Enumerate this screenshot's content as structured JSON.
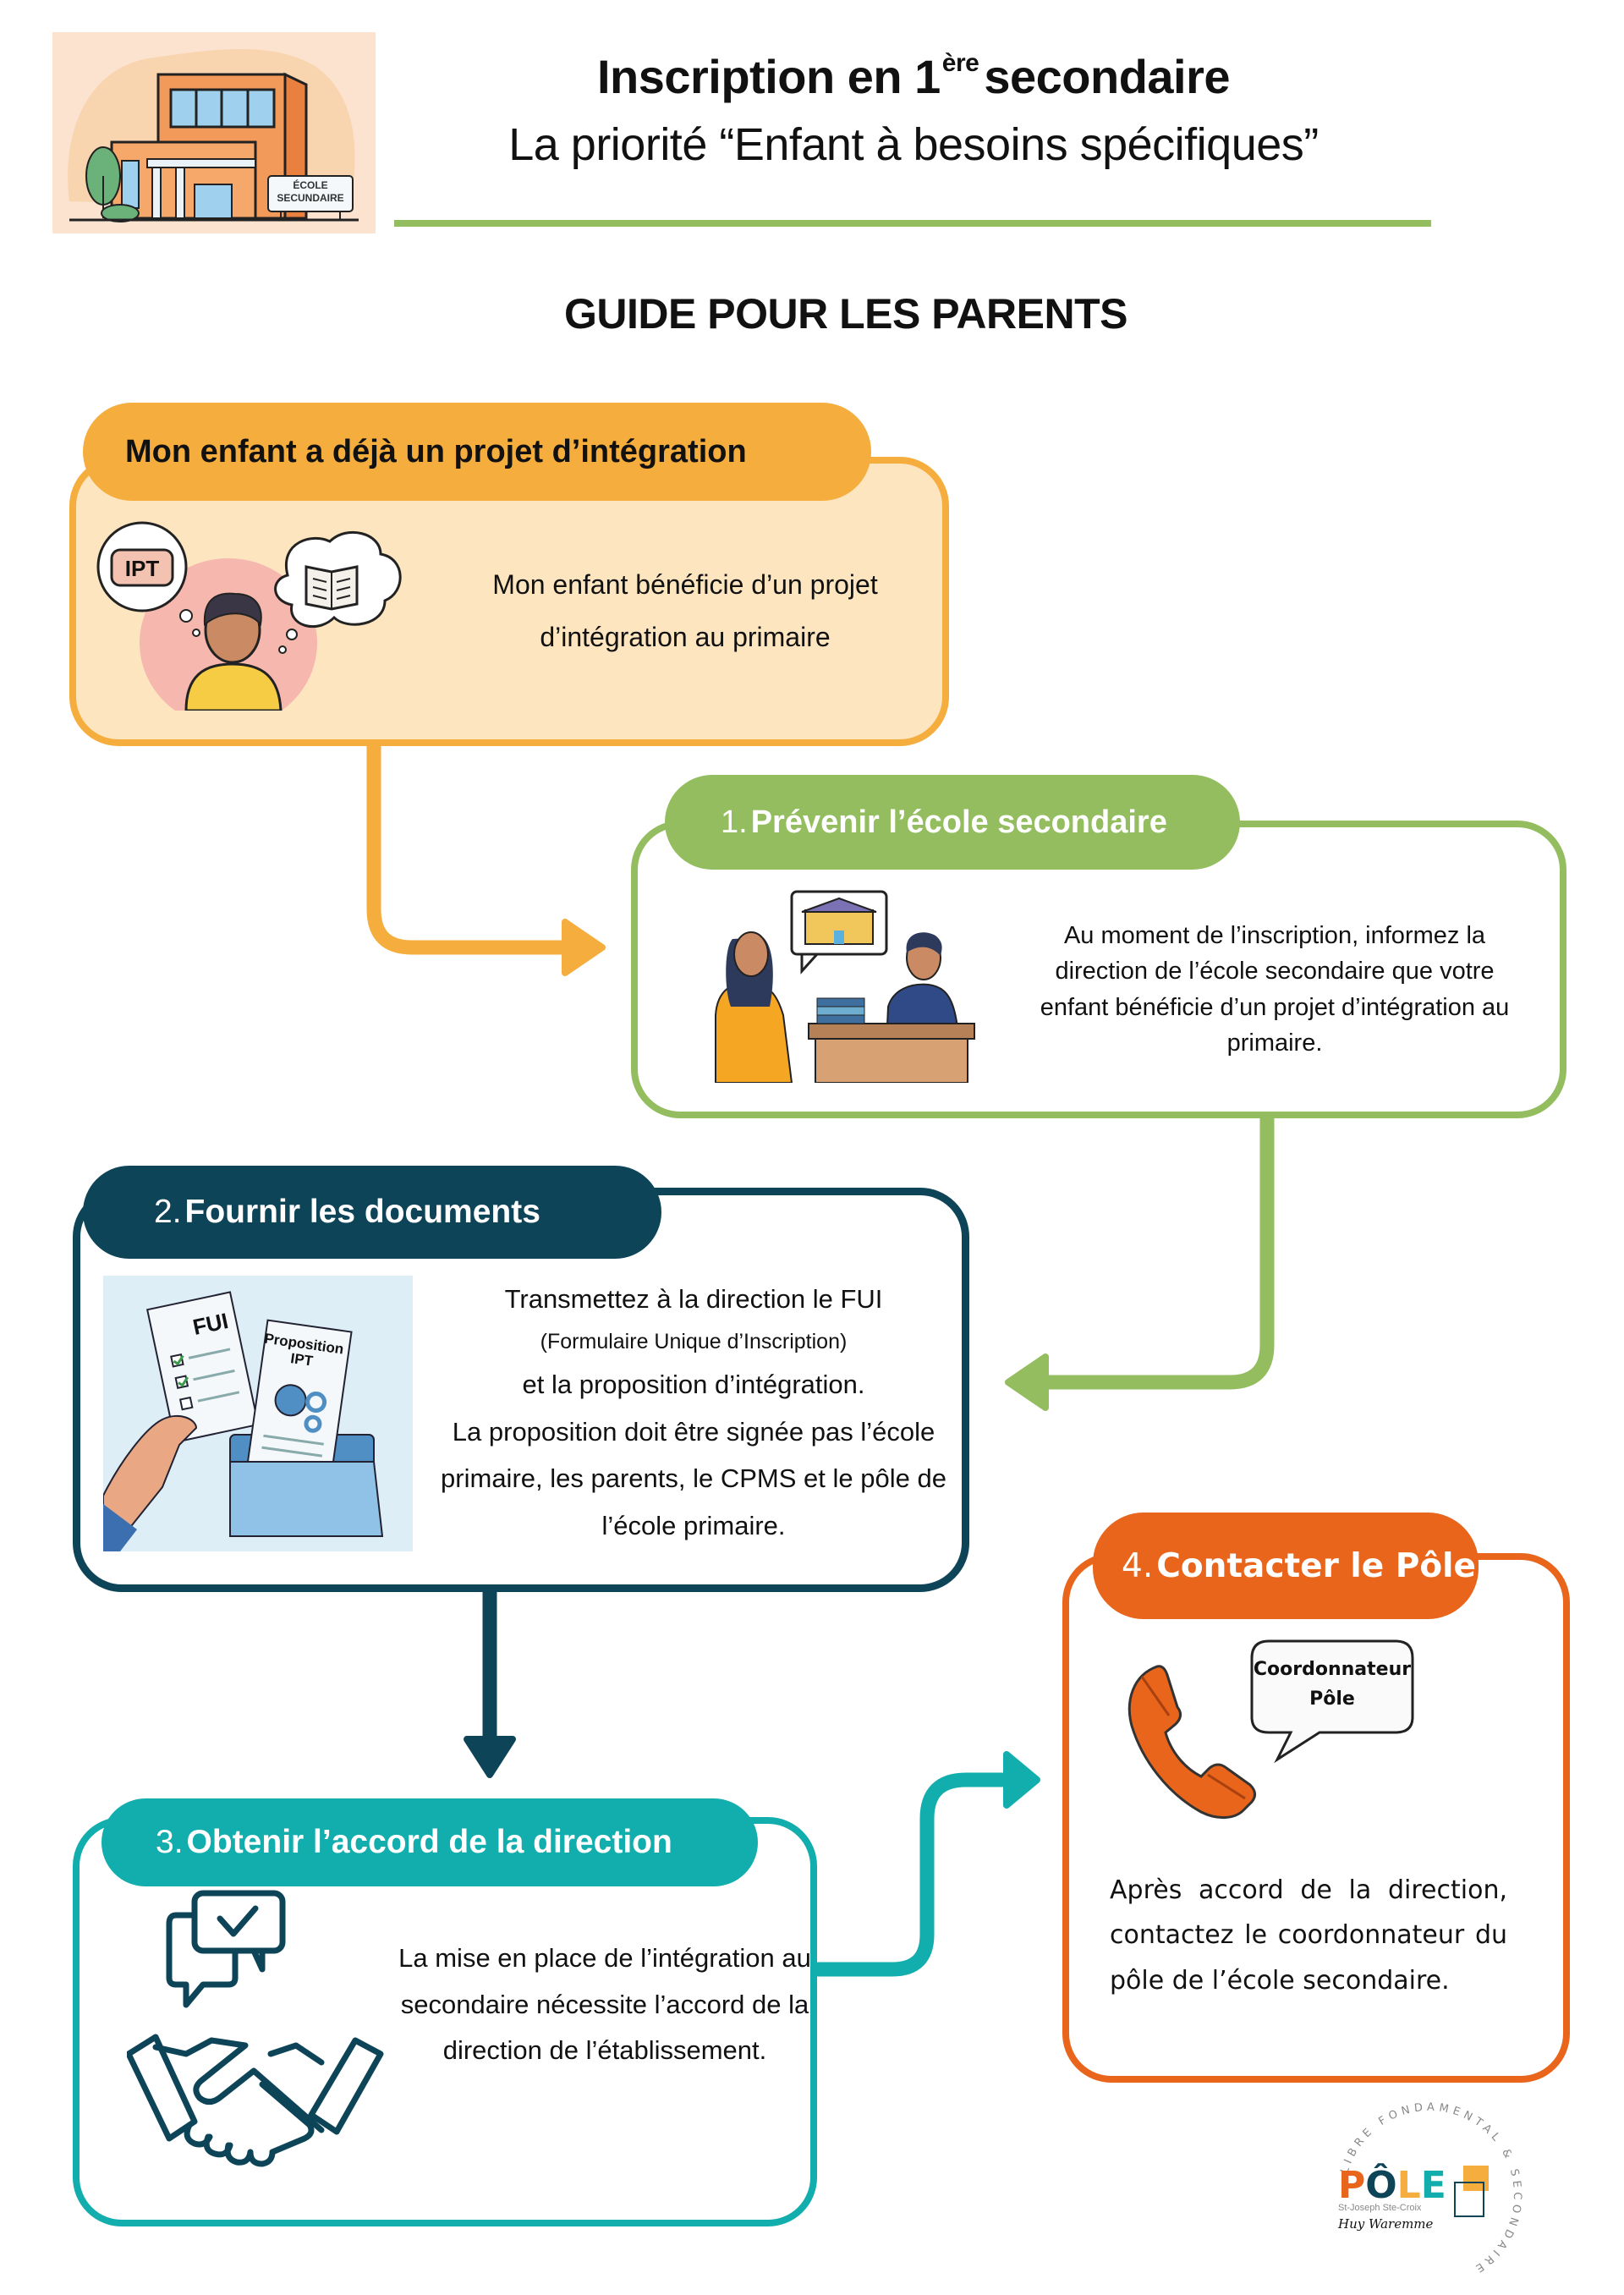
{
  "header": {
    "title_pre": "Inscription en 1",
    "title_sup": "ère",
    "title_post": "secondaire",
    "subtitle": "La priorité “Enfant à besoins spécifiques”",
    "guide_title": "GUIDE POUR LES PARENTS",
    "logo_sign_line1": "ÉCOLE",
    "logo_sign_line2": "SECUNDAIRE"
  },
  "colors": {
    "intro": "#f5ad3d",
    "intro_bg": "#fde5c0",
    "step1": "#93bd5f",
    "step2": "#0d4458",
    "step3": "#12aead",
    "step4": "#e8651b"
  },
  "intro": {
    "heading": "Mon enfant a déjà un projet d’intégration",
    "badge": "IPT",
    "text": "Mon enfant bénéficie d’un projet d’intégration au primaire",
    "illustration": "child-thinking-icon"
  },
  "steps": [
    {
      "number": "1.",
      "title": "Prévenir l’école secondaire",
      "text": "Au moment de l’inscription, informez la direction de l’école secondaire que votre enfant bénéficie d’un projet d’intégration au primaire.",
      "illustration": "parent-meeting-director-icon"
    },
    {
      "number": "2.",
      "title": "Fournir les documents",
      "text_line1": "Transmettez à la direction le FUI",
      "text_small": "(Formulaire Unique d’Inscription)",
      "text_line2": "et la proposition d’intégration.",
      "text_line3": "La proposition doit être signée pas l’école primaire, les parents, le CPMS et le pôle de l’école primaire.",
      "doc1_label": "FUI",
      "doc2_label_line1": "Proposition",
      "doc2_label_line2": "IPT",
      "illustration": "documents-folder-icon"
    },
    {
      "number": "3.",
      "title": "Obtenir l’accord de la direction",
      "text": "La mise en place de l’intégration  au secondaire nécessite l’accord de la direction de l’établissement.",
      "illustration": "handshake-approval-icon"
    },
    {
      "number": "4.",
      "title": "Contacter le Pôle",
      "bubble_line1": "Coordonnateur",
      "bubble_line2": "Pôle",
      "text": "Après accord de la direction, contactez le coordonnateur du pôle de l’école secondaire.",
      "illustration": "phone-icon"
    }
  ],
  "footer_logo": {
    "name": "PÔLE",
    "sub1": "St-Joseph Ste-Croix",
    "sub2": "Huy Waremme",
    "ring_text": "LIBRE FONDAMENTAL & SECONDAIRE"
  }
}
